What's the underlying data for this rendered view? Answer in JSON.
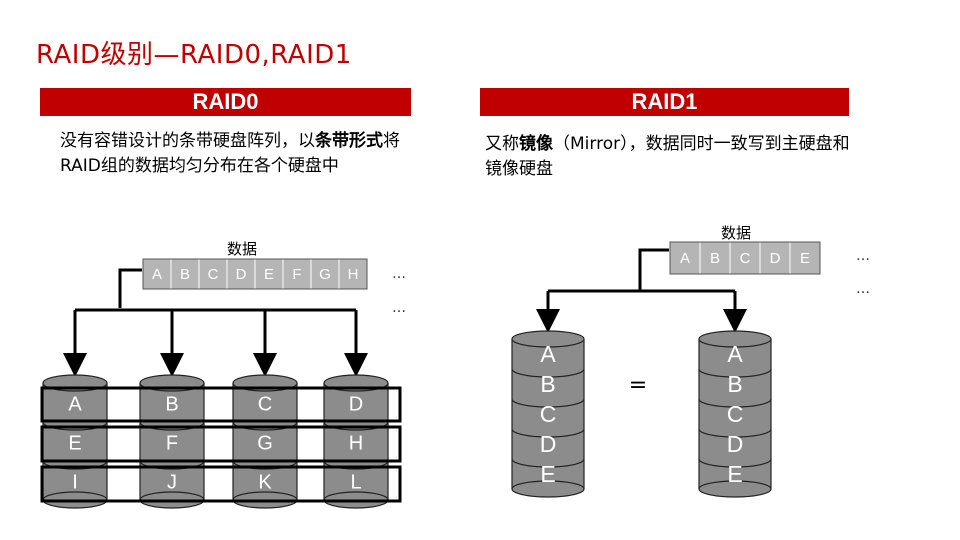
{
  "slide": {
    "title": "RAID级别—RAID0,RAID1",
    "raid0": {
      "header": "RAID0",
      "desc_part1": "没有容错设计的条带硬盘阵列，以",
      "desc_bold1": "条带形式",
      "desc_part2": "将RAID组的数据均匀分布在各个硬盘中",
      "data_label": "数据",
      "blocks": [
        "A",
        "B",
        "C",
        "D",
        "E",
        "F",
        "G",
        "H"
      ],
      "ellipsis": "…",
      "disks": [
        [
          "A",
          "E",
          "I"
        ],
        [
          "B",
          "F",
          "J"
        ],
        [
          "C",
          "G",
          "K"
        ],
        [
          "D",
          "H",
          "L"
        ]
      ]
    },
    "raid1": {
      "header": "RAID1",
      "desc_part1": "又称",
      "desc_bold1": "镜像",
      "desc_part2": "（Mirror），数据同时一致写到主硬盘和镜像硬盘",
      "data_label": "数据",
      "blocks": [
        "A",
        "B",
        "C",
        "D",
        "E"
      ],
      "ellipsis": "…",
      "equals": "=",
      "disks": [
        [
          "A",
          "B",
          "C",
          "D",
          "E"
        ],
        [
          "A",
          "B",
          "C",
          "D",
          "E"
        ]
      ]
    },
    "colors": {
      "accent": "#c00000",
      "disk": "#8c8c8c",
      "block": "#b5b5b5"
    }
  }
}
